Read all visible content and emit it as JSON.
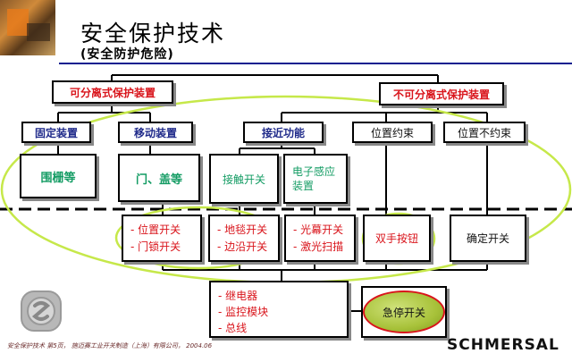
{
  "header": {
    "title": "安全保护技术",
    "subtitle": "(安全防护危险)"
  },
  "nodes": {
    "separable": "可分离式保护装置",
    "inseparable": "不可分离式保护装置",
    "fixed_device": "固定装置",
    "movable_device": "移动装置",
    "proximity": "接近功能",
    "position_constraint": "位置约束",
    "position_free": "位置不约束",
    "fence": "围栅等",
    "door_cover": "门、盖等",
    "contact_switch": "接触开关",
    "electronic_sensor": "电子感应装置",
    "position_door_switch": [
      "- 位置开关",
      "- 门锁开关"
    ],
    "mat_edge_switch": [
      "- 地毯开关",
      "- 边沿开关"
    ],
    "light_curtain_laser": [
      "- 光幕开关",
      "- 激光扫描"
    ],
    "two_hand_button": "双手按钮",
    "enable_switch": "确定开关",
    "relay_monitor_bus": [
      "- 继电器",
      "- 监控模块",
      "- 总线"
    ],
    "emergency_stop": "急停开关"
  },
  "footer": {
    "text": "安全保护技术 第5页， 施迈赛工业开关制造（上海）有限公司， 2004.06",
    "brand": "SCHMERSAL"
  },
  "colors": {
    "red": "#d9141b",
    "blue": "#1f2a8a",
    "green": "#149c64",
    "header_line": "#0a1f8f",
    "ellipse": "#c6e84a",
    "estop_fill": "#a8c23a"
  }
}
